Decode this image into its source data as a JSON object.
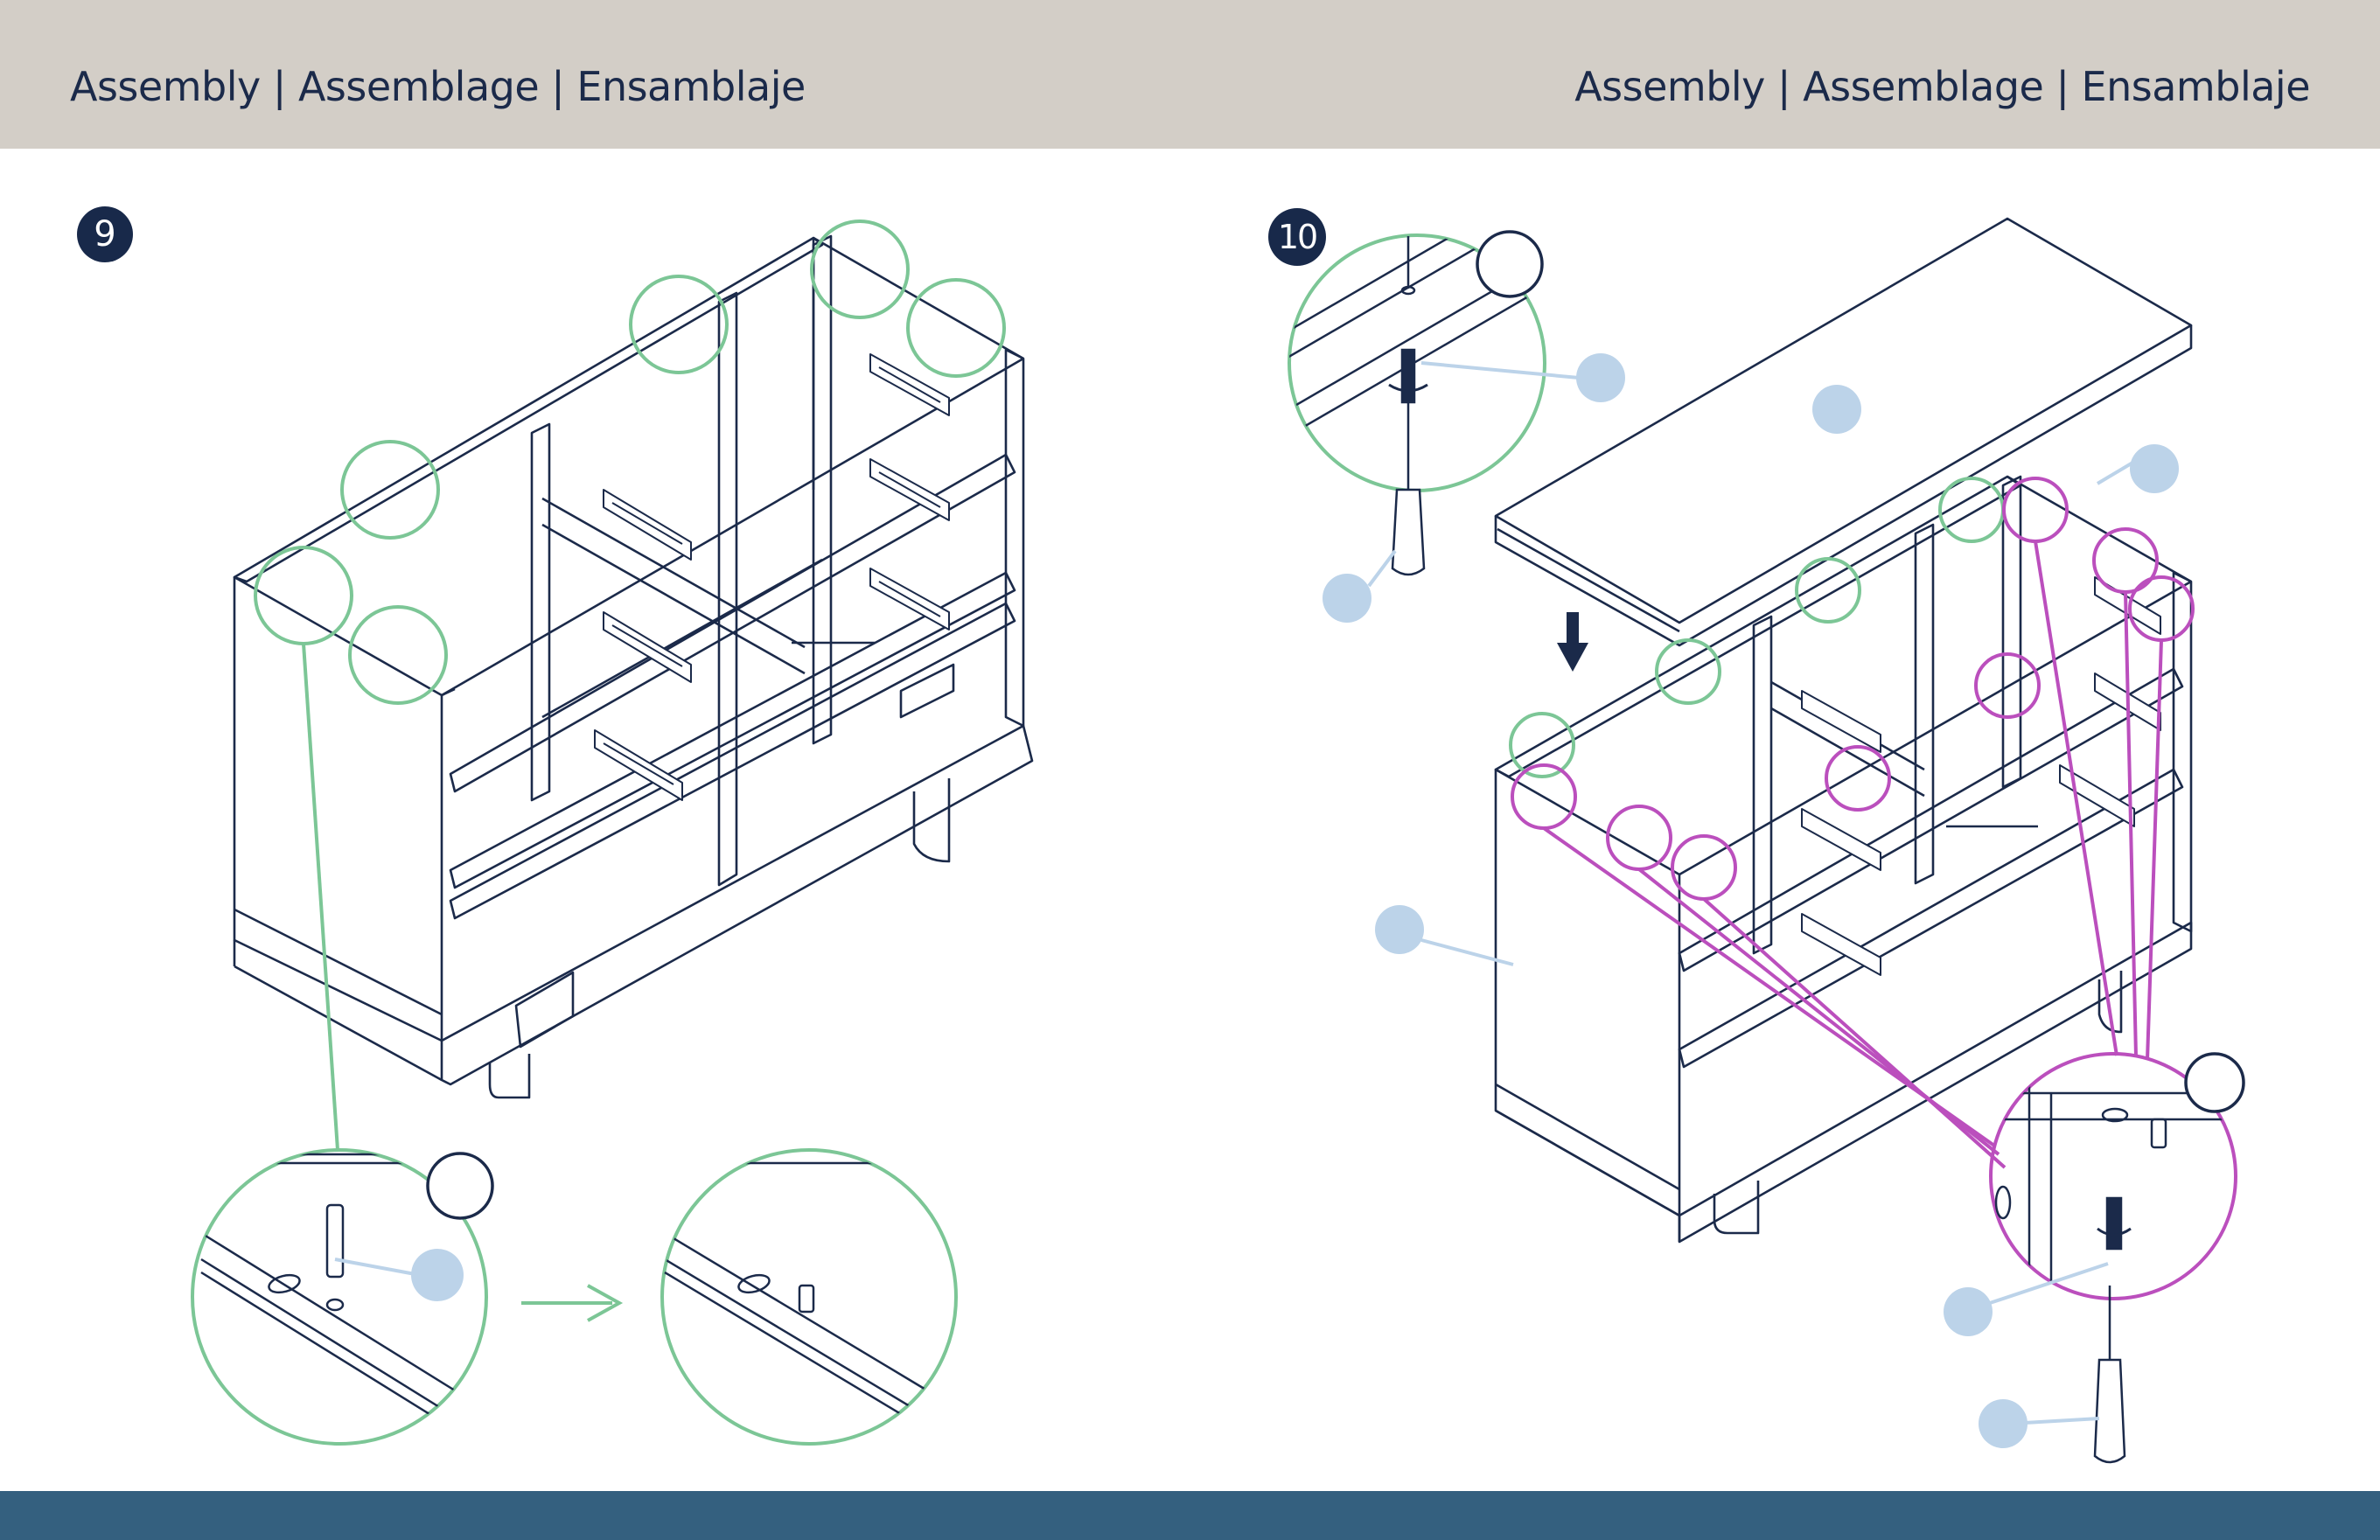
{
  "header": {
    "left_title": "Assembly | Assemblage | Ensamblaje",
    "right_title": "Assembly | Assemblage | Ensamblaje"
  },
  "steps": [
    {
      "number": "9"
    },
    {
      "number": "10"
    }
  ],
  "colors": {
    "header_bg": "#d3cec7",
    "footer_bg": "#34607f",
    "ink": "#1b2a4a",
    "callout_green": "#7cc696",
    "callout_magenta": "#bb4fbd",
    "part_marker": "#bcd3e9"
  }
}
